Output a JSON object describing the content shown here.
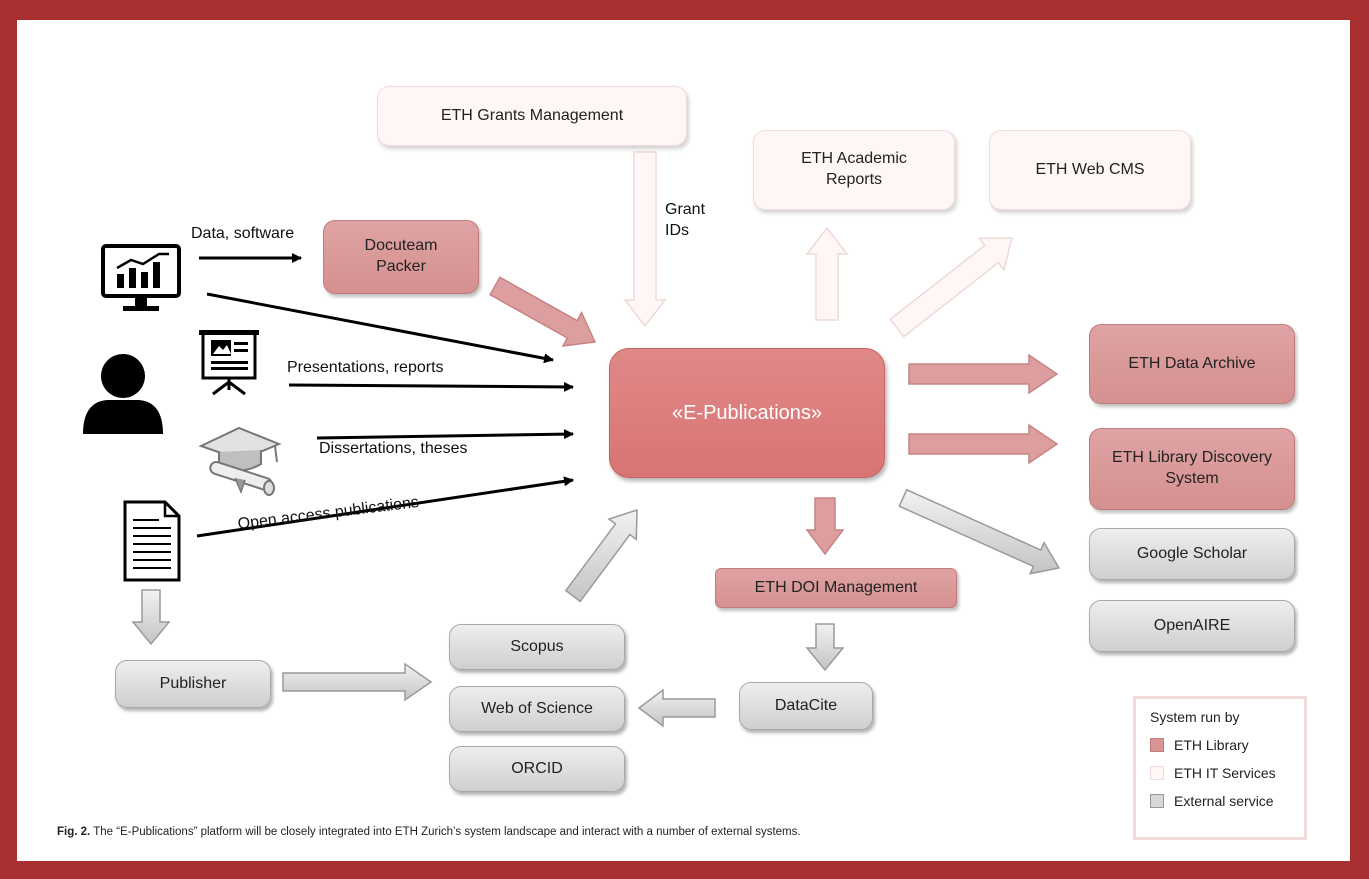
{
  "colors": {
    "border": "#a93030",
    "eth_library": "#d99595",
    "eth_it_services": "#fff6f5",
    "external": "#d8d8d8"
  },
  "boxes": {
    "grants": "ETH Grants Management",
    "academic_reports": "ETH Academic Reports",
    "web_cms": "ETH Web CMS",
    "docuteam": "Docuteam Packer",
    "epub": "«E-Publications»",
    "data_archive": "ETH Data Archive",
    "discovery": "ETH Library Discovery System",
    "google_scholar": "Google Scholar",
    "openaire": "OpenAIRE",
    "doi": "ETH DOI Management",
    "datacite": "DataCite",
    "scopus": "Scopus",
    "wos": "Web of Science",
    "orcid": "ORCID",
    "publisher": "Publisher"
  },
  "labels": {
    "data_software": "Data, software",
    "presentations": "Presentations, reports",
    "dissertations": "Dissertations, theses",
    "open_access": "Open access publications",
    "grant_ids": "Grant IDs"
  },
  "icons": [
    "monitor-chart-icon",
    "user-icon",
    "presentation-board-icon",
    "graduation-diploma-icon",
    "document-icon"
  ],
  "legend": {
    "title": "System run by",
    "items": [
      {
        "label": "ETH Library",
        "color": "#d99595"
      },
      {
        "label": "ETH IT Services",
        "color": "#fff6f5"
      },
      {
        "label": "External service",
        "color": "#d8d8d8"
      }
    ]
  },
  "caption": {
    "label": "Fig. 2.",
    "text": " The “E-Publications” platform will be closely integrated into ETH Zurich’s system landscape and interact with a number of external systems."
  }
}
